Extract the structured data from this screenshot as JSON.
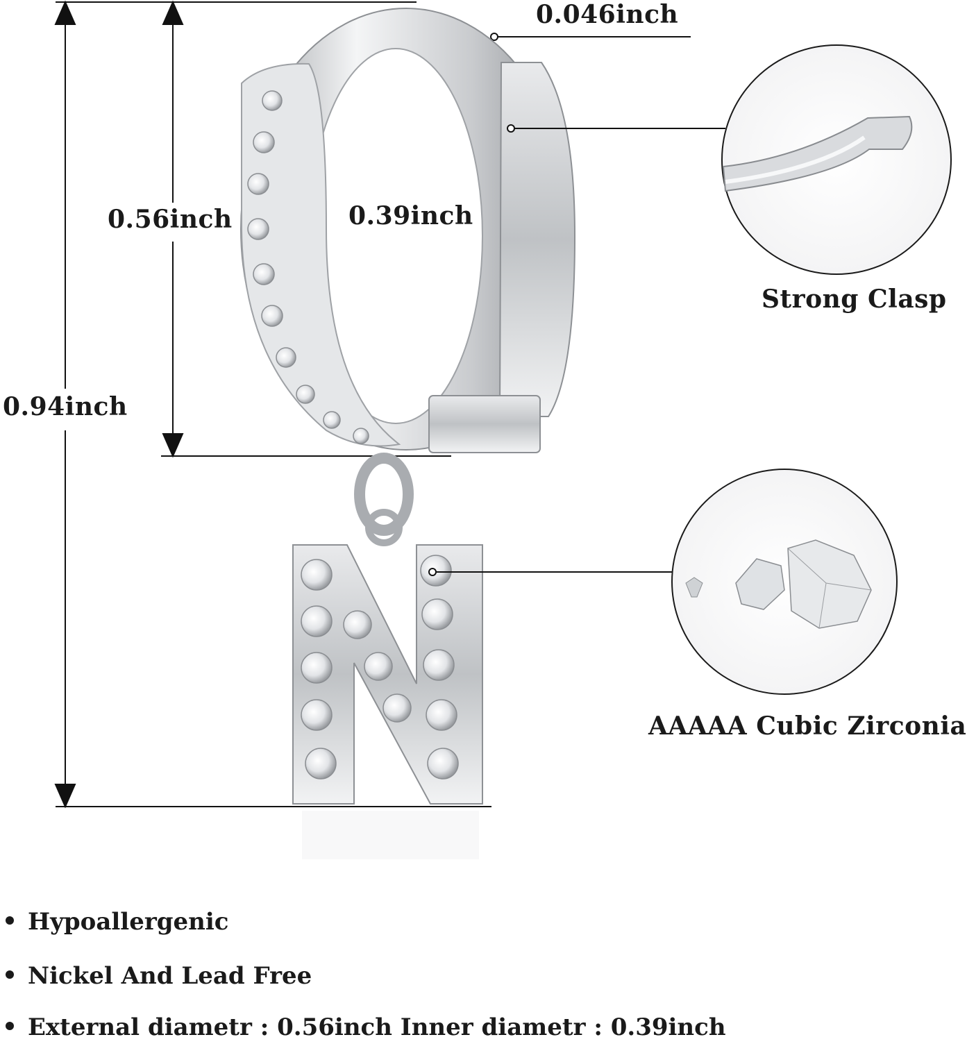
{
  "dimensions": {
    "height_label": "0.94inch",
    "outer_label": "0.56inch",
    "inner_label": "0.39inch",
    "thickness_label": "0.046inch"
  },
  "callouts": {
    "clasp_label": "Strong Clasp",
    "stone_label": "AAAAA Cubic Zirconia"
  },
  "features": [
    "Hypoallergenic",
    "Nickel And Lead Free",
    "External diametr : 0.56inch Inner diametr : 0.39inch"
  ],
  "colors": {
    "metal": "#d4d6d9",
    "metal_dark": "#8f9296",
    "line": "#111111",
    "text": "#1a1a1a"
  }
}
